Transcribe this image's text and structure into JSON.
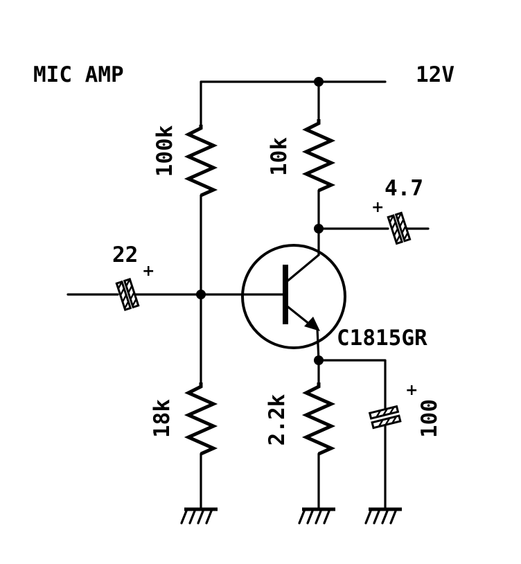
{
  "title": "MIC AMP",
  "supply": "12V",
  "transistor": "C1815GR",
  "resistors": {
    "bias_top": "100k",
    "collector": "10k",
    "bias_bottom": "18k",
    "emitter": "2.2k"
  },
  "capacitors": {
    "input": "22",
    "output": "4.7",
    "emitter_bypass": "100"
  },
  "polarity_mark": "+",
  "icons": [
    "ground-icon",
    "npn-transistor-icon",
    "resistor-icon",
    "electrolytic-capacitor-icon"
  ]
}
